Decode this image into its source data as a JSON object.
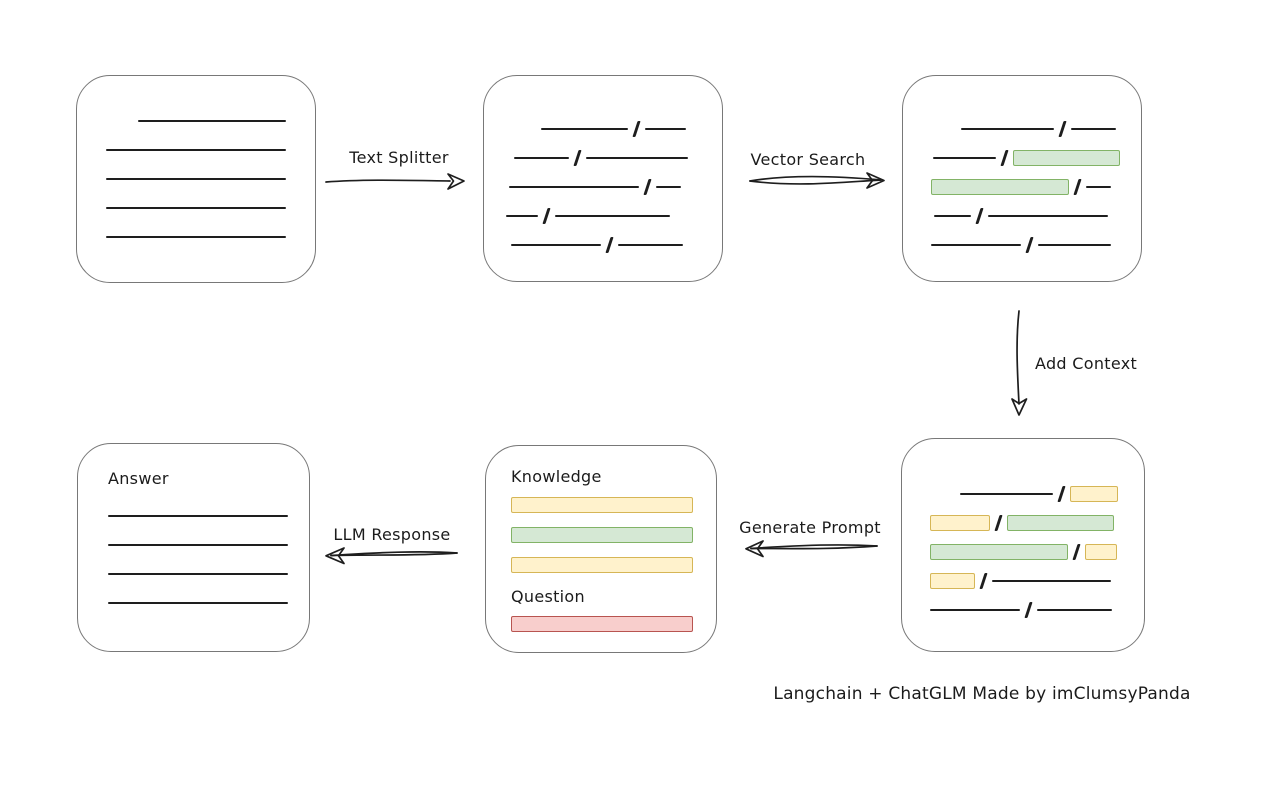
{
  "labels": {
    "text_splitter": "Text Splitter",
    "vector_search": "Vector Search",
    "add_context": "Add Context",
    "generate_prompt": "Generate Prompt",
    "llm_response": "LLM Response"
  },
  "caption": "Langchain + ChatGLM Made by imClumsyPanda",
  "colors": {
    "stroke": "#1e1e1e",
    "box_border": "#787878",
    "green_fill": "#d5e8d4",
    "green_border": "#82b366",
    "yellow_fill": "#fff2cc",
    "yellow_border": "#d6b656",
    "red_fill": "#f8cecc",
    "red_border": "#b85450"
  },
  "boxes": {
    "document": {
      "rows": [
        [
          {
            "k": "gap",
            "w": 32
          },
          {
            "k": "line",
            "w": 148
          }
        ],
        [
          {
            "k": "line",
            "w": 180
          }
        ],
        [
          {
            "k": "line",
            "w": 180
          }
        ],
        [
          {
            "k": "line",
            "w": 180
          }
        ],
        [
          {
            "k": "line",
            "w": 180
          }
        ]
      ]
    },
    "chunks": {
      "rows": [
        [
          {
            "k": "gap",
            "w": 35
          },
          {
            "k": "line",
            "w": 87
          },
          {
            "k": "slash"
          },
          {
            "k": "line",
            "w": 41
          }
        ],
        [
          {
            "k": "gap",
            "w": 8
          },
          {
            "k": "line",
            "w": 55
          },
          {
            "k": "slash"
          },
          {
            "k": "line",
            "w": 102
          }
        ],
        [
          {
            "k": "gap",
            "w": 3
          },
          {
            "k": "line",
            "w": 130
          },
          {
            "k": "slash"
          },
          {
            "k": "line",
            "w": 25
          }
        ],
        [
          {
            "k": "line",
            "w": 32
          },
          {
            "k": "slash"
          },
          {
            "k": "line",
            "w": 115
          }
        ],
        [
          {
            "k": "gap",
            "w": 5
          },
          {
            "k": "line",
            "w": 90
          },
          {
            "k": "slash"
          },
          {
            "k": "line",
            "w": 65
          }
        ]
      ]
    },
    "matched": {
      "rows": [
        [
          {
            "k": "gap",
            "w": 36
          },
          {
            "k": "line",
            "w": 93
          },
          {
            "k": "slash"
          },
          {
            "k": "line",
            "w": 45
          }
        ],
        [
          {
            "k": "gap",
            "w": 8
          },
          {
            "k": "line",
            "w": 63
          },
          {
            "k": "slash"
          },
          {
            "k": "green",
            "w": 107
          }
        ],
        [
          {
            "k": "gap",
            "w": 6
          },
          {
            "k": "green",
            "w": 138
          },
          {
            "k": "slash"
          },
          {
            "k": "line",
            "w": 25
          }
        ],
        [
          {
            "k": "gap",
            "w": 9
          },
          {
            "k": "line",
            "w": 37
          },
          {
            "k": "slash"
          },
          {
            "k": "line",
            "w": 120
          }
        ],
        [
          {
            "k": "gap",
            "w": 6
          },
          {
            "k": "line",
            "w": 90
          },
          {
            "k": "slash"
          },
          {
            "k": "line",
            "w": 73
          }
        ]
      ]
    },
    "context": {
      "rows": [
        [
          {
            "k": "gap",
            "w": 36
          },
          {
            "k": "line",
            "w": 93
          },
          {
            "k": "slash"
          },
          {
            "k": "yellow",
            "w": 48
          }
        ],
        [
          {
            "k": "gap",
            "w": 6
          },
          {
            "k": "yellow",
            "w": 60
          },
          {
            "k": "slash"
          },
          {
            "k": "green",
            "w": 107
          }
        ],
        [
          {
            "k": "gap",
            "w": 6
          },
          {
            "k": "green",
            "w": 138
          },
          {
            "k": "slash"
          },
          {
            "k": "yellow",
            "w": 32
          }
        ],
        [
          {
            "k": "gap",
            "w": 6
          },
          {
            "k": "yellow",
            "w": 45
          },
          {
            "k": "slash"
          },
          {
            "k": "line",
            "w": 119
          }
        ],
        [
          {
            "k": "gap",
            "w": 6
          },
          {
            "k": "line",
            "w": 90
          },
          {
            "k": "slash"
          },
          {
            "k": "line",
            "w": 75
          }
        ]
      ]
    },
    "prompt": {
      "knowledge_label": "Knowledge",
      "question_label": "Question",
      "knowledge_rows": [
        [
          {
            "k": "yellow",
            "w": 182
          }
        ],
        [
          {
            "k": "green",
            "w": 182
          }
        ],
        [
          {
            "k": "yellow",
            "w": 182
          }
        ]
      ],
      "question_rows": [
        [
          {
            "k": "red",
            "w": 182
          }
        ]
      ]
    },
    "answer": {
      "label": "Answer",
      "rows": [
        [
          {
            "k": "line",
            "w": 180
          }
        ],
        [
          {
            "k": "line",
            "w": 180
          }
        ],
        [
          {
            "k": "line",
            "w": 180
          }
        ],
        [
          {
            "k": "line",
            "w": 180
          }
        ]
      ]
    }
  }
}
